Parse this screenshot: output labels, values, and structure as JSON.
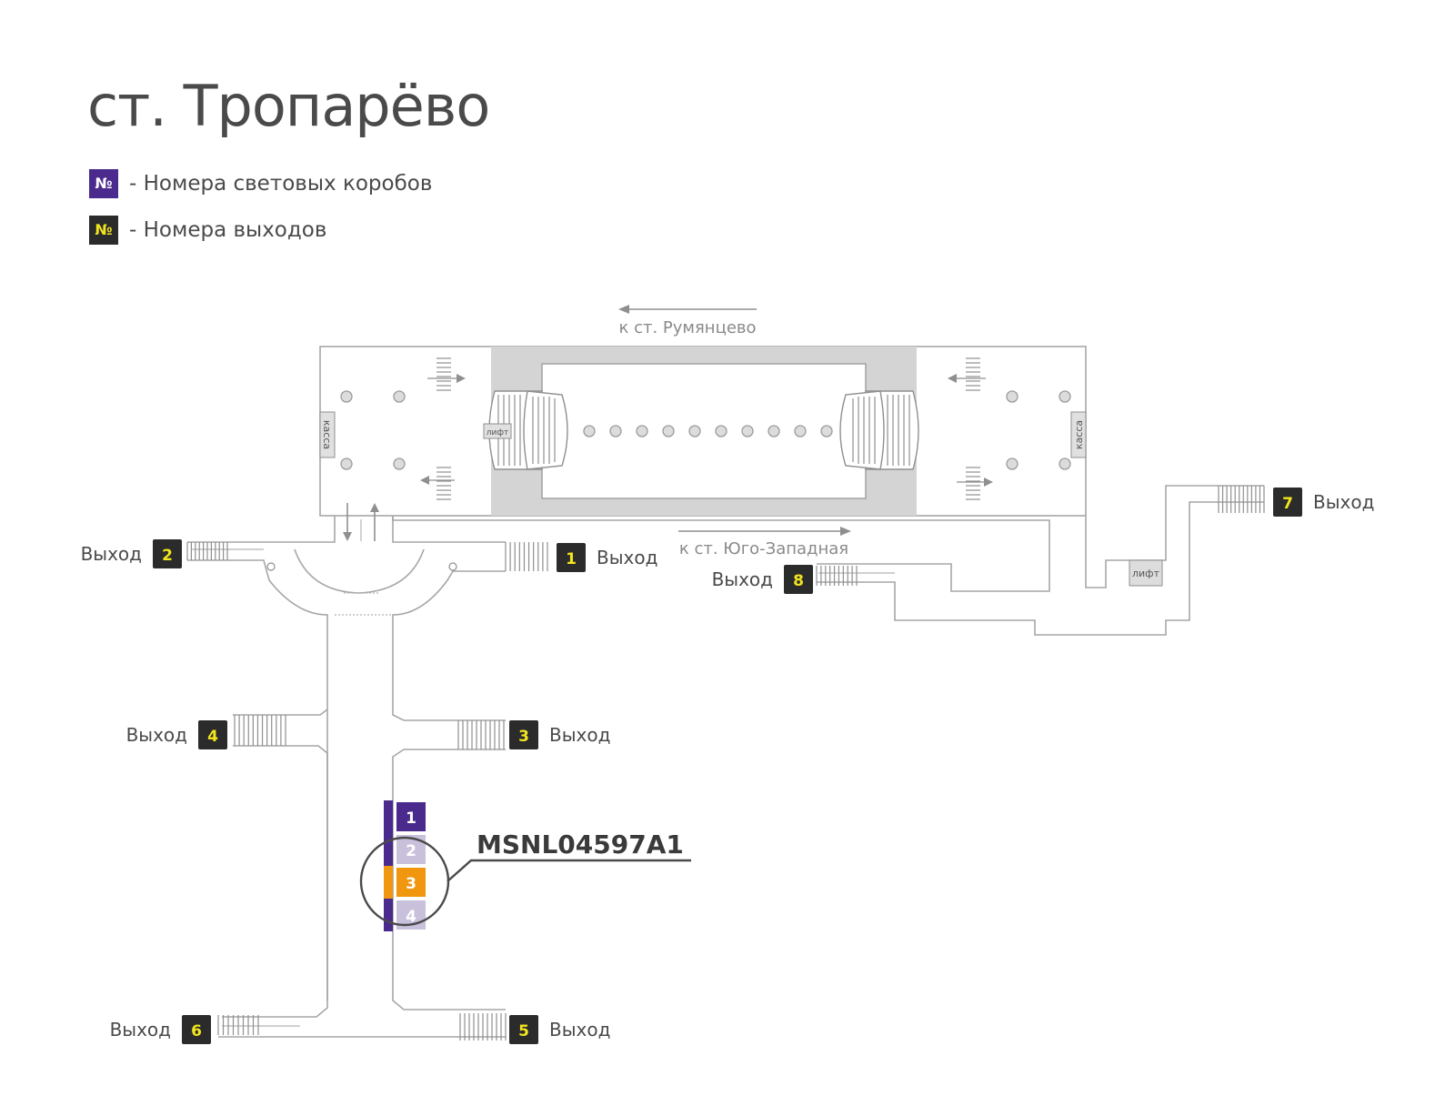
{
  "title": "ст. Тропарёво",
  "legend": [
    {
      "badge": "№",
      "text": "- Номера световых коробов",
      "badge_color": "#4a2a8c",
      "badge_text_color": "#ffffff"
    },
    {
      "badge": "№",
      "text": "- Номера выходов",
      "badge_color": "#2b2b2b",
      "badge_text_color": "#f2e51f"
    }
  ],
  "directions": {
    "to_rumyantsevo": "к ст. Румянцево",
    "to_yugo_zapadnaya": "к ст. Юго-Западная"
  },
  "cashier_label": "касса",
  "elevator_label": "лифт",
  "exit_word": "Выход",
  "exits": [
    {
      "number": "1"
    },
    {
      "number": "2"
    },
    {
      "number": "3"
    },
    {
      "number": "4"
    },
    {
      "number": "5"
    },
    {
      "number": "6"
    },
    {
      "number": "7"
    },
    {
      "number": "8"
    }
  ],
  "lightboxes": [
    {
      "number": "1",
      "state": "active"
    },
    {
      "number": "2",
      "state": "faded"
    },
    {
      "number": "3",
      "state": "highlighted"
    },
    {
      "number": "4",
      "state": "faded"
    }
  ],
  "highlighted_code": "MSNL04597A1",
  "colors": {
    "lightbox_purple": "#4a2a8c",
    "lightbox_faded": "#c9c0dc",
    "highlight_orange": "#f0960f",
    "exit_badge_bg": "#2b2b2b",
    "exit_badge_text": "#f2e51f",
    "wall": "#a6a6a6",
    "text": "#4a4a4a"
  }
}
